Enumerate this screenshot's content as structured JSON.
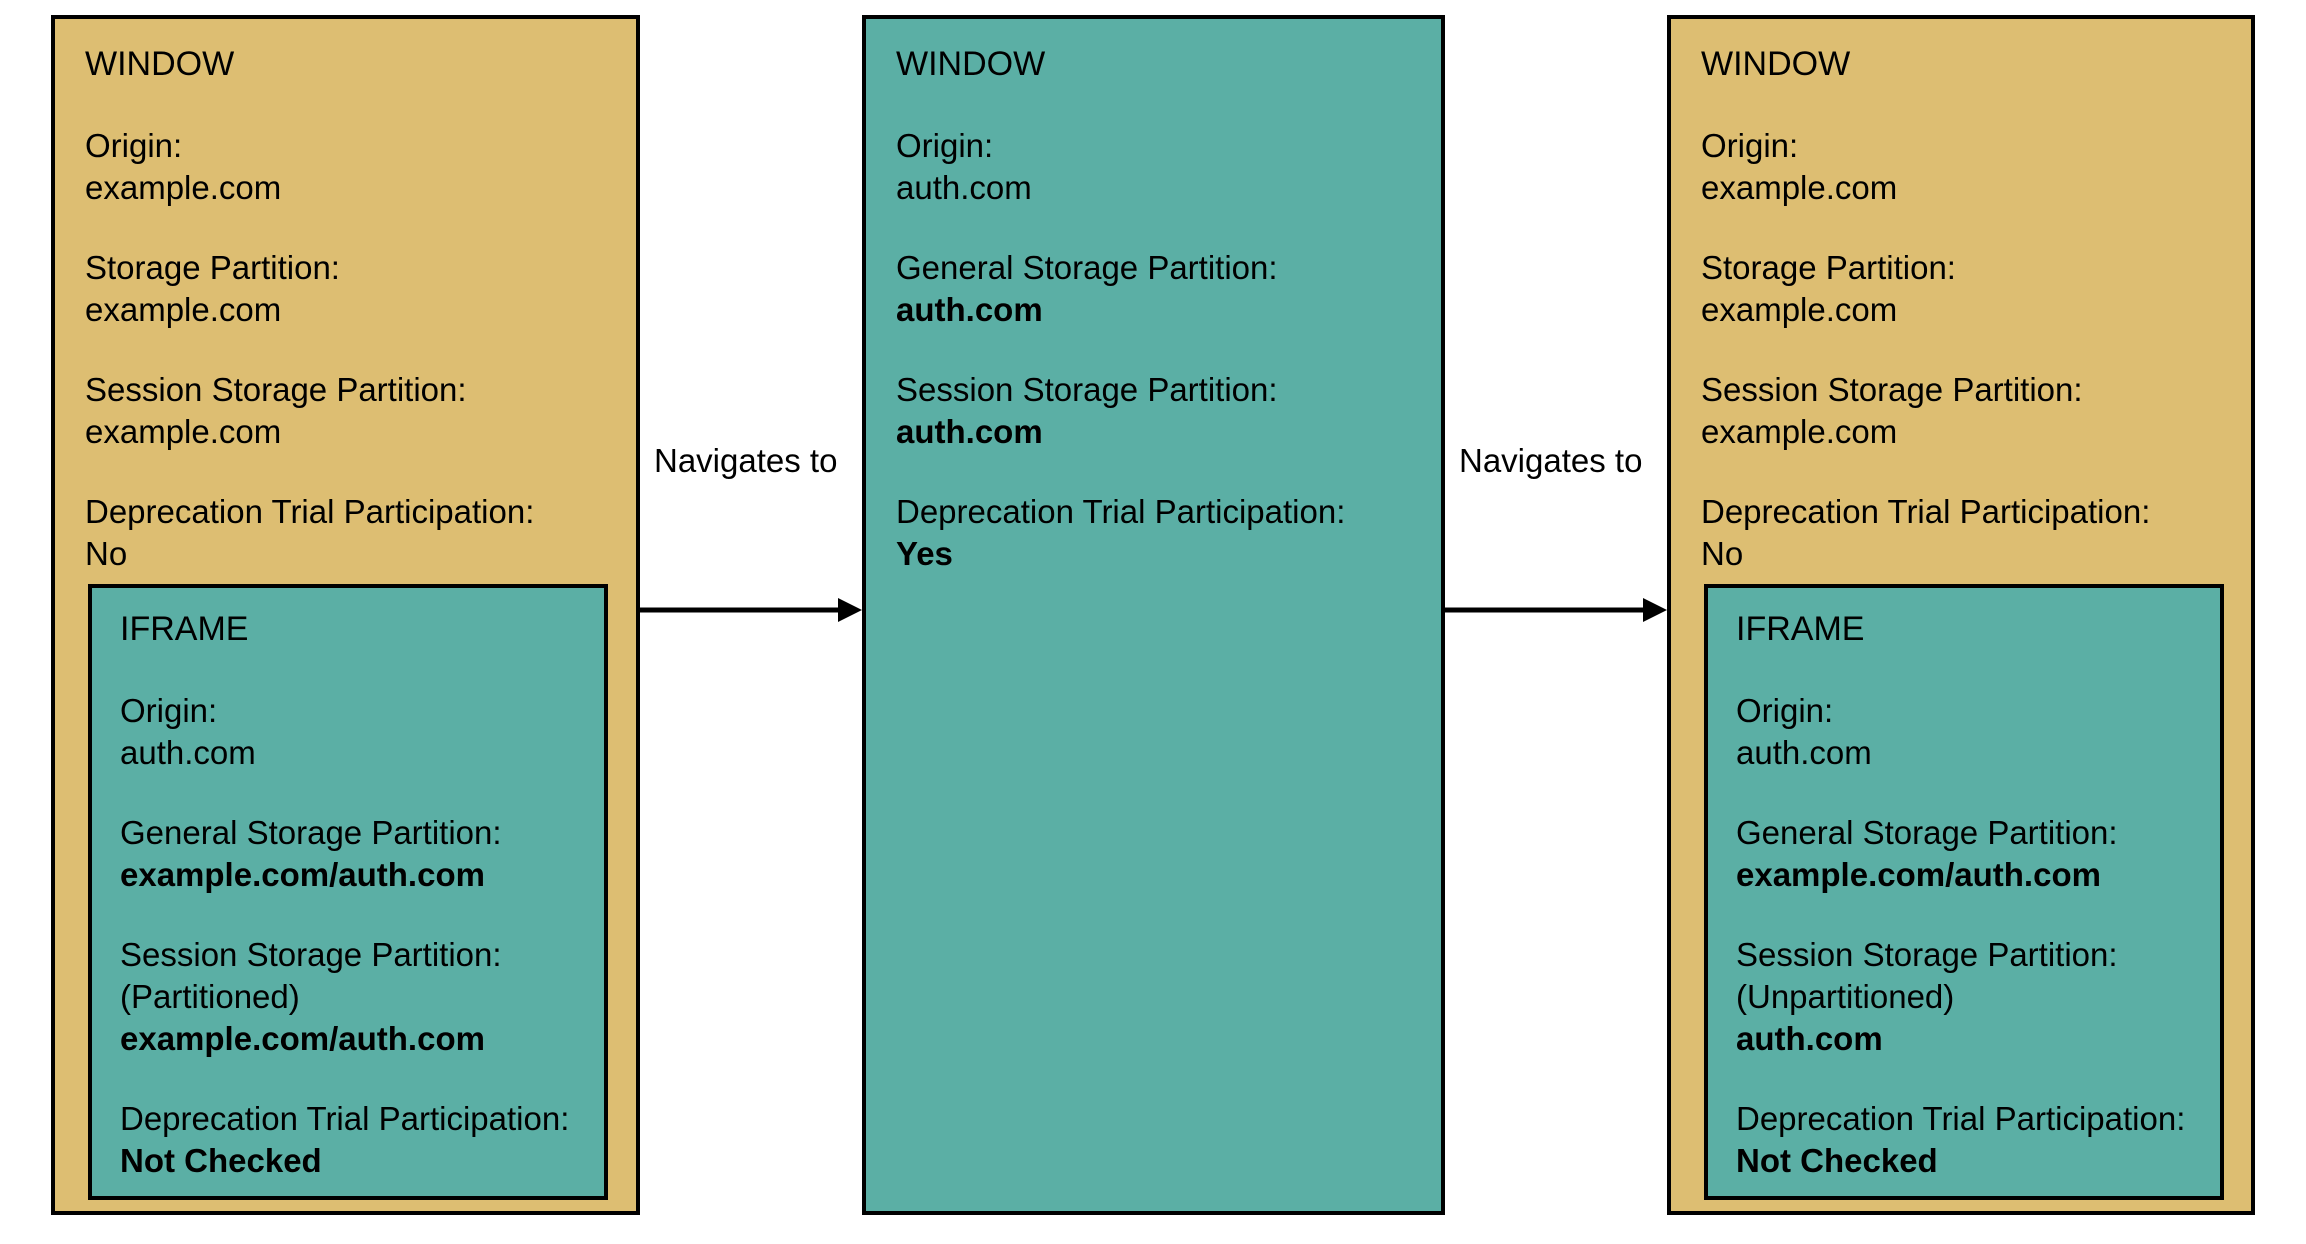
{
  "diagram": {
    "title_labels": {
      "window": "WINDOW",
      "iframe": "IFRAME"
    },
    "colors": {
      "window_tan": "#ddbe72",
      "teal": "#5bafa5",
      "border": "#000000",
      "text": "#000000"
    }
  },
  "panels": [
    {
      "id": "panel-1",
      "type": "window",
      "color": "#ddbe72",
      "heading": "WINDOW",
      "fields": [
        {
          "label": "Origin:",
          "sub": "",
          "value": "example.com",
          "bold": false
        },
        {
          "label": "Storage Partition:",
          "sub": "",
          "value": "example.com",
          "bold": false
        },
        {
          "label": "Session Storage Partition:",
          "sub": "",
          "value": "example.com",
          "bold": false
        },
        {
          "label": "Deprecation Trial Participation:",
          "sub": "",
          "value": "No",
          "bold": false
        }
      ],
      "iframe": {
        "heading": "IFRAME",
        "color": "#5bafa5",
        "fields": [
          {
            "label": "Origin:",
            "sub": "",
            "value": "auth.com",
            "bold": false
          },
          {
            "label": "General Storage Partition:",
            "sub": "",
            "value": "example.com/auth.com",
            "bold": true
          },
          {
            "label": "Session Storage Partition:",
            "sub": "(Partitioned)",
            "value": "example.com/auth.com",
            "bold": true
          },
          {
            "label": "Deprecation Trial Participation:",
            "sub": "",
            "value": "Not Checked",
            "bold": true
          }
        ]
      }
    },
    {
      "id": "panel-2",
      "type": "window",
      "color": "#5bafa5",
      "heading": "WINDOW",
      "fields": [
        {
          "label": "Origin:",
          "sub": "",
          "value": "auth.com",
          "bold": false
        },
        {
          "label": "General Storage Partition:",
          "sub": "",
          "value": "auth.com",
          "bold": true
        },
        {
          "label": "Session Storage Partition:",
          "sub": "",
          "value": "auth.com",
          "bold": true
        },
        {
          "label": "Deprecation Trial Participation:",
          "sub": "",
          "value": "Yes",
          "bold": true
        }
      ],
      "iframe": null
    },
    {
      "id": "panel-3",
      "type": "window",
      "color": "#ddbe72",
      "heading": "WINDOW",
      "fields": [
        {
          "label": "Origin:",
          "sub": "",
          "value": "example.com",
          "bold": false
        },
        {
          "label": "Storage Partition:",
          "sub": "",
          "value": "example.com",
          "bold": false
        },
        {
          "label": "Session Storage Partition:",
          "sub": "",
          "value": "example.com",
          "bold": false
        },
        {
          "label": "Deprecation Trial Participation:",
          "sub": "",
          "value": "No",
          "bold": false
        }
      ],
      "iframe": {
        "heading": "IFRAME",
        "color": "#5bafa5",
        "fields": [
          {
            "label": "Origin:",
            "sub": "",
            "value": "auth.com",
            "bold": false
          },
          {
            "label": "General Storage Partition:",
            "sub": "",
            "value": "example.com/auth.com",
            "bold": true
          },
          {
            "label": "Session Storage Partition:",
            "sub": "(Unpartitioned)",
            "value": "auth.com",
            "bold": true
          },
          {
            "label": "Deprecation Trial Participation:",
            "sub": "",
            "value": "Not Checked",
            "bold": true
          }
        ]
      }
    }
  ],
  "arrows": [
    {
      "id": "arrow-1",
      "label": "Navigates to",
      "from": "panel-1",
      "to": "panel-2"
    },
    {
      "id": "arrow-2",
      "label": "Navigates to",
      "from": "panel-2",
      "to": "panel-3"
    }
  ]
}
